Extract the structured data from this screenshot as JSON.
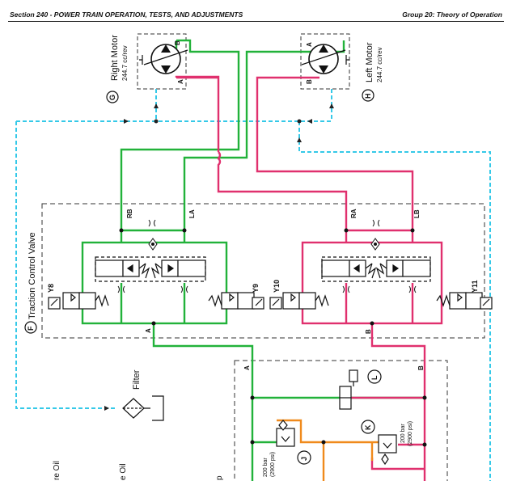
{
  "header": {
    "section": "Section 240 - POWER TRAIN OPERATION, TESTS, AND ADJUSTMENTS",
    "group": "Group 20: Theory of Operation"
  },
  "colors": {
    "green": "#22b23a",
    "red": "#e0306e",
    "cyan": "#35c9e8",
    "orange": "#f08a1c"
  },
  "motors": {
    "right": {
      "callout": "G",
      "name": "Right Motor",
      "displacement": "244.7 cc/rev",
      "port_top": "B",
      "port_bottom": "A"
    },
    "left": {
      "callout": "H",
      "name": "Left Motor",
      "displacement": "244.7 cc/rev",
      "port_top": "A",
      "port_bottom": "B"
    }
  },
  "valve": {
    "callout": "F",
    "name": "Traction Control Valve",
    "ports": {
      "rb": "RB",
      "la": "LA",
      "ra": "RA",
      "lb": "LB",
      "a": "A",
      "b": "B"
    },
    "solenoids": {
      "y8": "Y8",
      "y9": "Y9",
      "y10": "Y10",
      "y11": "Y11"
    }
  },
  "filter": {
    "label": "Filter"
  },
  "lower": {
    "port_a": "A",
    "port_b": "B",
    "callout_j": "J",
    "callout_k": "K",
    "callout_l": "L",
    "relief_k_bar": "200 bar",
    "relief_k_psi": "(2900 psi)",
    "relief_j_bar": "200 bar",
    "relief_j_psi": "(2900 psi)",
    "edge_oil_1": "re Oil",
    "edge_oil_2": "e Oil",
    "edge_p": "p"
  }
}
